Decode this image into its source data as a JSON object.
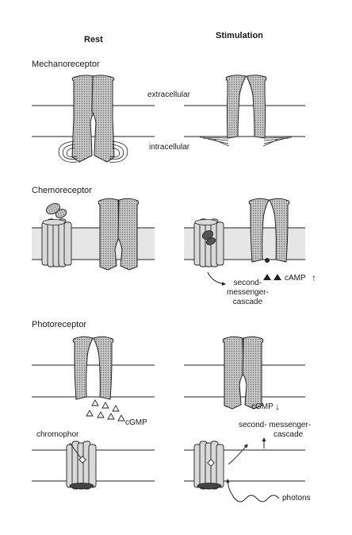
{
  "headers": {
    "rest": "Rest",
    "stimulation": "Stimulation"
  },
  "sections": {
    "mechanoreceptor": {
      "title": "Mechanoreceptor",
      "extracellular": "extracellular",
      "intracellular": "intracellular"
    },
    "chemoreceptor": {
      "title": "Chemoreceptor",
      "second_messenger_1": "second-",
      "second_messenger_2": "messenger-",
      "second_messenger_3": "cascade",
      "camp": "cAMP",
      "camp_arrow": "↑"
    },
    "photoreceptor": {
      "title": "Photoreceptor",
      "cgmp_rest": "cGMP",
      "cgmp_stim": "cGMP",
      "cgmp_arrow": "↓",
      "second_messenger_1": "second- messenger-",
      "second_messenger_2": "cascade",
      "chromophor": "chromophor",
      "photons": "photons"
    }
  }
}
